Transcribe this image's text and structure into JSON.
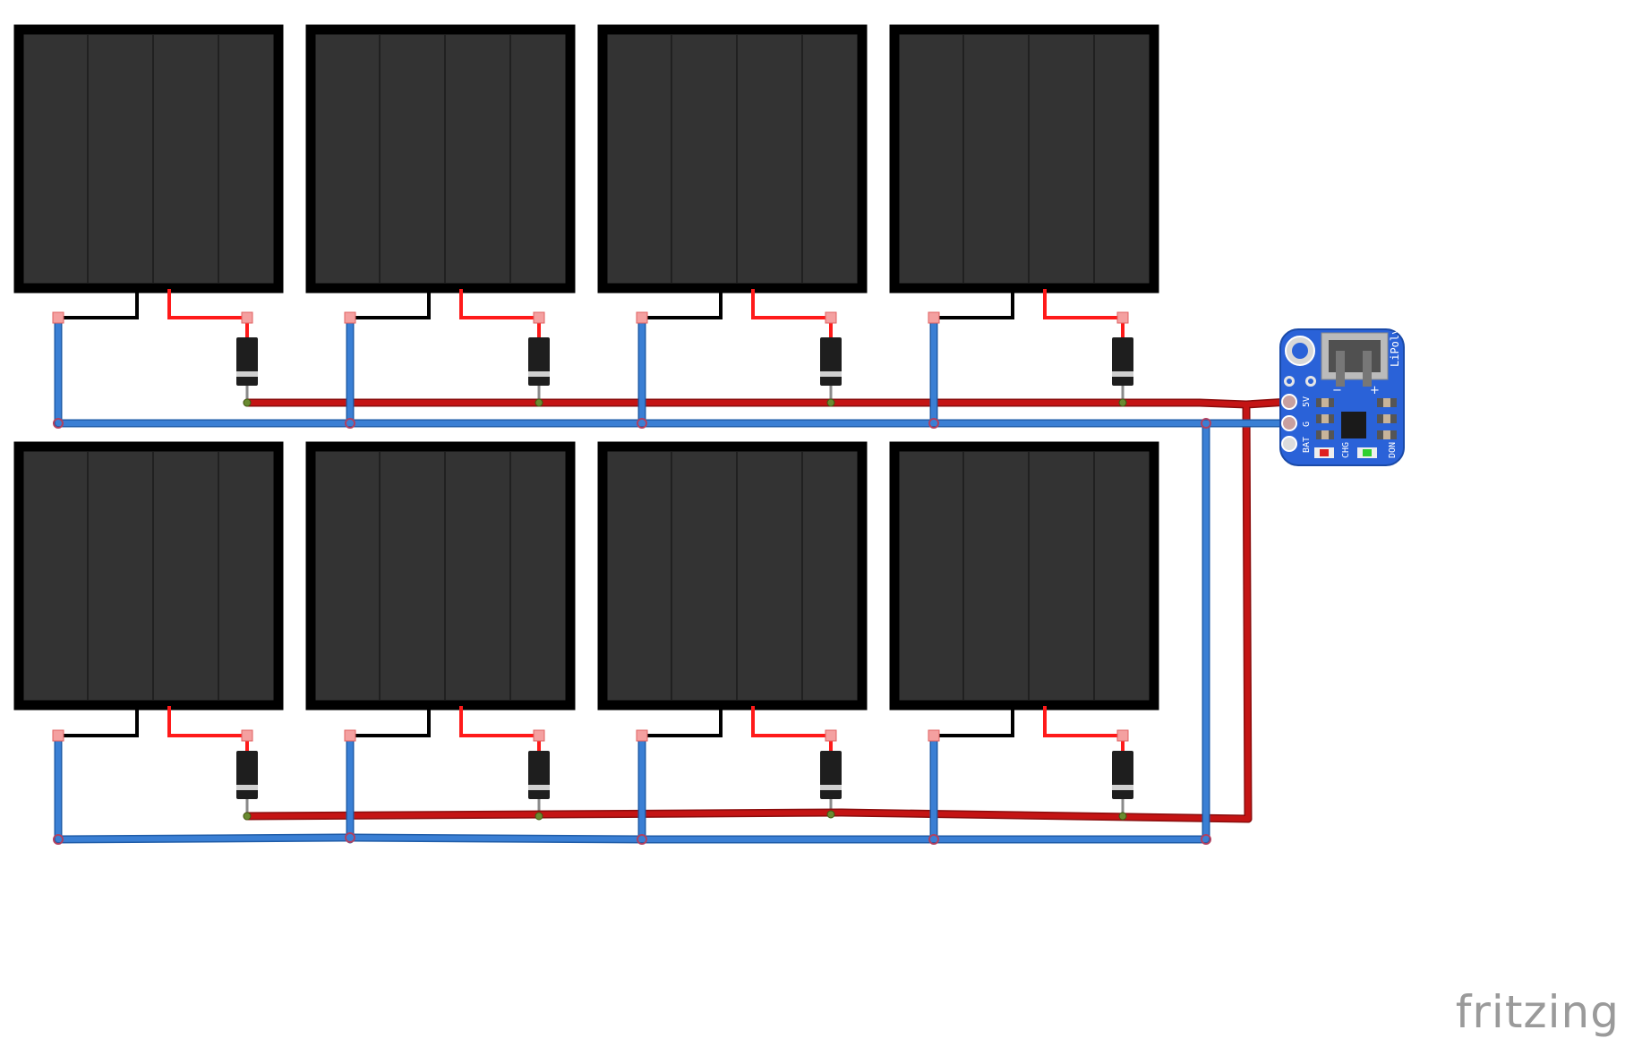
{
  "watermark": "fritzing",
  "board": {
    "labels": {
      "title": "LiPoly",
      "pin_5v": "5V",
      "pin_g": "G",
      "pin_bat": "BAT",
      "chg": "CHG",
      "done": "DON",
      "minus": "−",
      "plus": "+"
    }
  },
  "colors": {
    "panel_fill": "#333333",
    "panel_frame": "#000000",
    "positive_lead": "#ff1a1a",
    "negative_lead": "#000000",
    "positive_wire": "#c41414",
    "ground_wire": "#3a7fd4",
    "board": "#2a62d8",
    "diode_body": "#1e1e1e",
    "diode_band": "#d0d0d0",
    "watermark": "#9a9a9a"
  },
  "diagram": {
    "type": "solar panel array charging circuit",
    "panel_count": 8,
    "panel_rows": 2,
    "panels_per_row": 4,
    "diodes_per_panel": 1,
    "connections": [
      "Each panel positive lead → diode anode",
      "Diode cathodes → positive (red) bus → 5V pad of LiPoly charger",
      "Each panel negative lead → ground (blue) bus → G pad of LiPoly charger"
    ]
  }
}
